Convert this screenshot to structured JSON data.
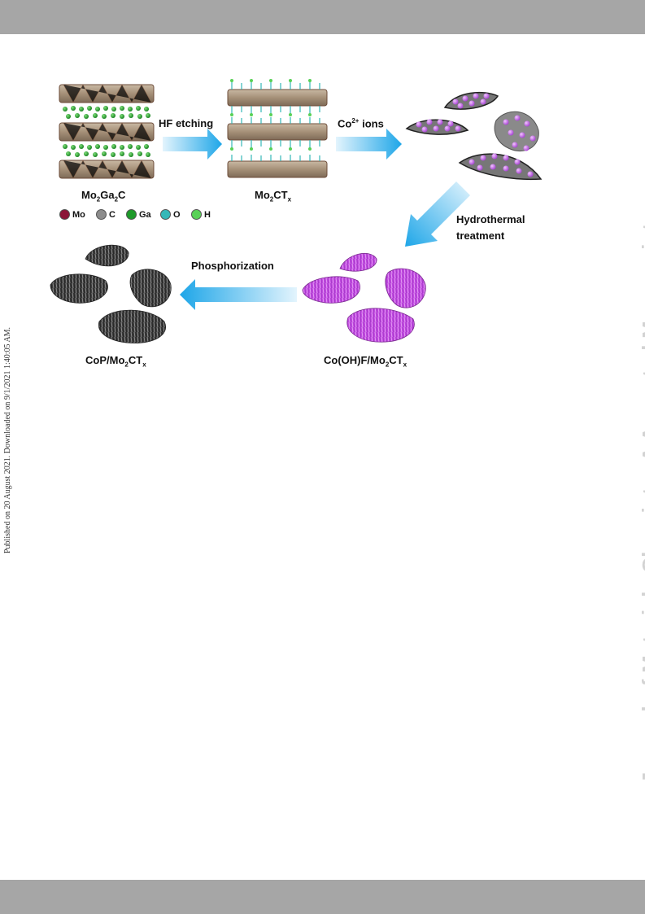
{
  "header": {
    "side_note": "Published on 20 August 2021. Downloaded on 9/1/2021 1:40:05 AM."
  },
  "watermark": {
    "text": "Journal of Materials Chemistry A Accepted Manuscript"
  },
  "figure": {
    "stage1": {
      "base": "Mo",
      "sub1": "2",
      "mid": "Ga",
      "sub2": "2",
      "end": "C"
    },
    "stage2": {
      "base": "Mo",
      "sub1": "2",
      "mid": "CT",
      "sub2": "x"
    },
    "arrow1_label": "HF etching",
    "arrow2_label": {
      "base": "Co",
      "sup": "2+",
      "rest": " ions"
    },
    "arrow3_label_line1": "Hydrothermal",
    "arrow3_label_line2": "treatment",
    "arrow4_label": "Phosphorization",
    "stage4": {
      "base": "Co(OH)F/Mo",
      "sub1": "2",
      "mid": "CT",
      "sub2": "x"
    },
    "stage5": {
      "base": "CoP/Mo",
      "sub1": "2",
      "mid": "CT",
      "sub2": "x"
    },
    "legend": [
      {
        "label": "Mo",
        "color": "#8b1538"
      },
      {
        "label": "C",
        "color": "#8c8c8c"
      },
      {
        "label": "Ga",
        "color": "#1e9a2a"
      },
      {
        "label": "O",
        "color": "#35b8b8"
      },
      {
        "label": "H",
        "color": "#59d157"
      }
    ]
  }
}
